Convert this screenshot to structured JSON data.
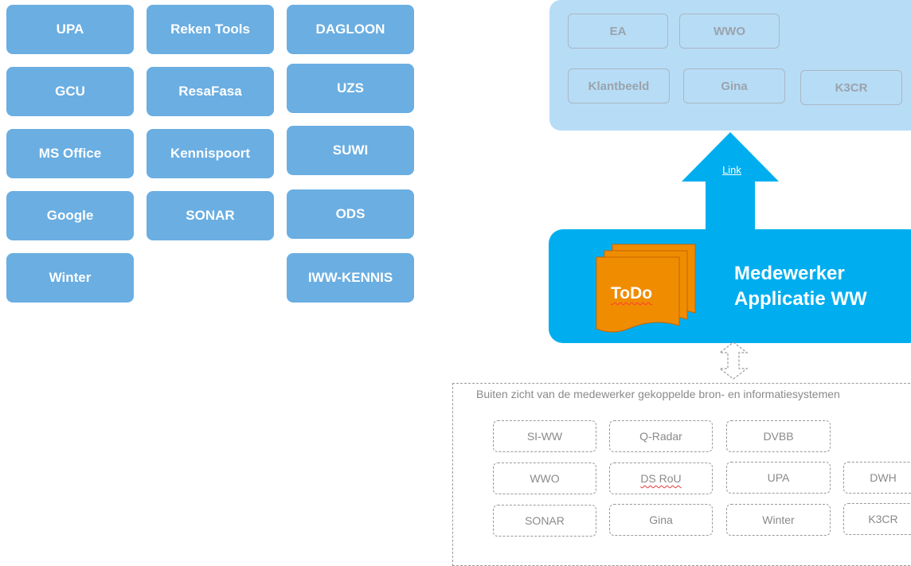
{
  "left_grid": {
    "col1": [
      "UPA",
      "GCU",
      "MS Office",
      "Google",
      "Winter"
    ],
    "col2": [
      "Reken Tools",
      "ResaFasa",
      "Kennispoort",
      "SONAR"
    ],
    "col3": [
      "DAGLOON",
      "UZS",
      "SUWI",
      "ODS",
      "IWW-KENNIS"
    ]
  },
  "top_panel": {
    "items": [
      "EA",
      "WWO",
      "Klantbeeld",
      "Gina",
      "K3CR"
    ]
  },
  "arrow": {
    "label": "Link"
  },
  "app": {
    "title_line1": "Medewerker",
    "title_line2": "Applicatie WW",
    "todo_label": "ToDo"
  },
  "bottom_panel": {
    "caption": "Buiten zicht van de medewerker gekoppelde bron- en informatiesystemen",
    "items": [
      "SI-WW",
      "Q-Radar",
      "DVBB",
      "WWO",
      "DS RoU",
      "UPA",
      "DWH",
      "SONAR",
      "Gina",
      "Winter",
      "K3CR"
    ]
  },
  "colors": {
    "tile_blue": "#6aaee2",
    "panel_light_blue": "#b7dcf6",
    "app_cyan": "#00aeef",
    "todo_orange": "#f08c00"
  }
}
